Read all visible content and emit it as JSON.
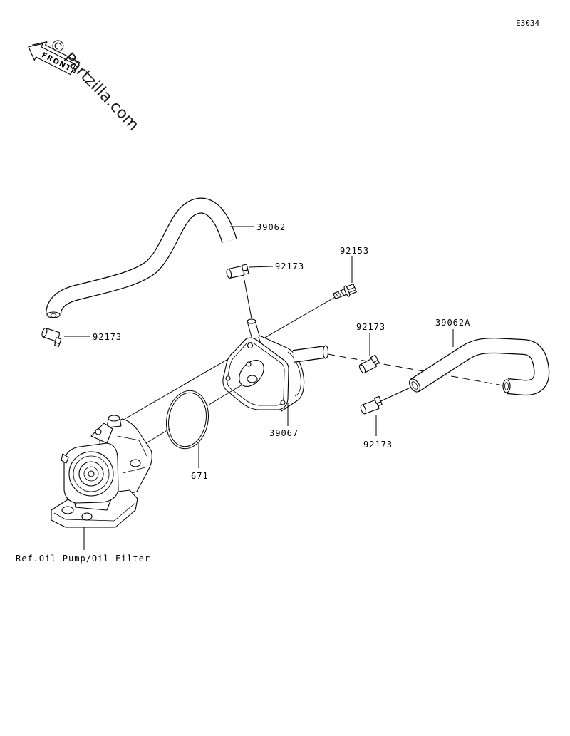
{
  "diagram_code": "E3034",
  "front_arrow_label": "FRONT",
  "watermark": "© Partzilla.com",
  "parts": {
    "hose_upper": "39062",
    "clamp_upper": "92173",
    "bolt": "92153",
    "clamp_left": "92173",
    "clamp_right_upper": "92173",
    "hose_right": "39062A",
    "oil_cooler": "39067",
    "o_ring": "671",
    "clamp_right_lower": "92173"
  },
  "reference_note": "Ref.Oil Pump/Oil Filter",
  "colors": {
    "line": "#000000",
    "background": "#ffffff"
  }
}
